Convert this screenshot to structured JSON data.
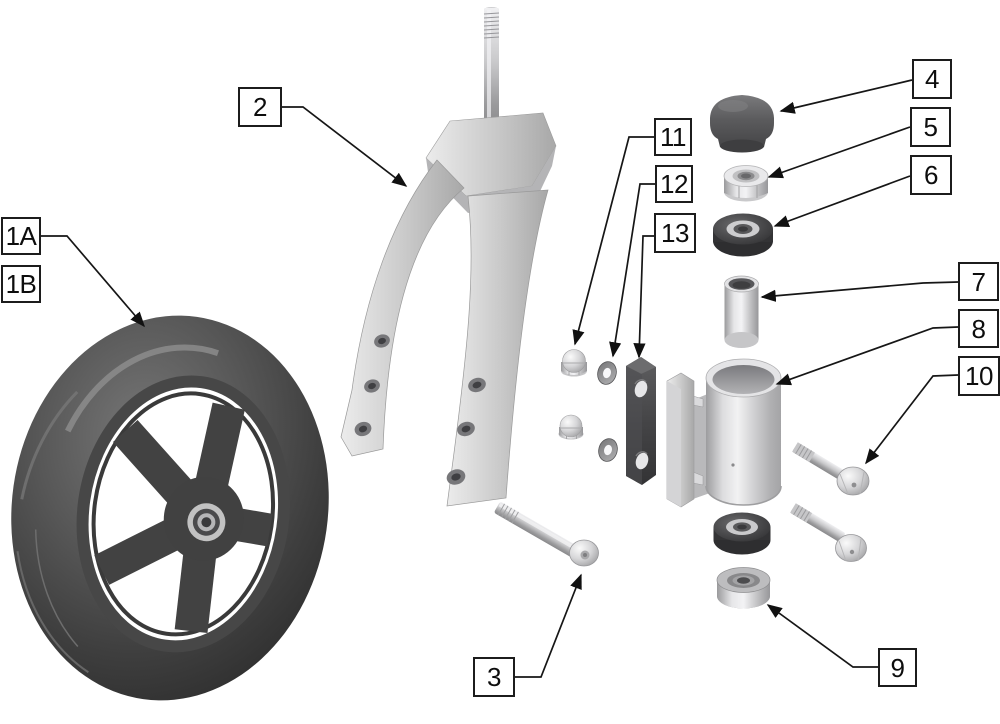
{
  "figure": {
    "kind": "exploded-parts-diagram",
    "subject": "Caster wheel, fork and housing assembly",
    "background": "#ffffff"
  },
  "palette": {
    "leader_line": "#1a1a1a",
    "callout_border": "#1c1c1c",
    "callout_background": "#ffffff",
    "callout_text": "#0d0d0d"
  },
  "callouts": {
    "c1a": {
      "label": "1A",
      "target": "caster-wheel"
    },
    "c1b": {
      "label": "1B",
      "target": "caster-wheel"
    },
    "c2": {
      "label": "2",
      "target": "caster-fork"
    },
    "c3": {
      "label": "3",
      "target": "axle-bolt"
    },
    "c4": {
      "label": "4",
      "target": "stem-cap"
    },
    "c5": {
      "label": "5",
      "target": "lock-nut"
    },
    "c6": {
      "label": "6",
      "target": "upper-bearing"
    },
    "c7": {
      "label": "7",
      "target": "stem-spacer"
    },
    "c8": {
      "label": "8",
      "target": "caster-housing"
    },
    "c9": {
      "label": "9",
      "target": "cone-spacer"
    },
    "c10": {
      "label": "10",
      "target": "clamp-bolts"
    },
    "c11": {
      "label": "11",
      "target": "acorn-nuts"
    },
    "c12": {
      "label": "12",
      "target": "washers"
    },
    "c13": {
      "label": "13",
      "target": "spacer-plate"
    }
  }
}
